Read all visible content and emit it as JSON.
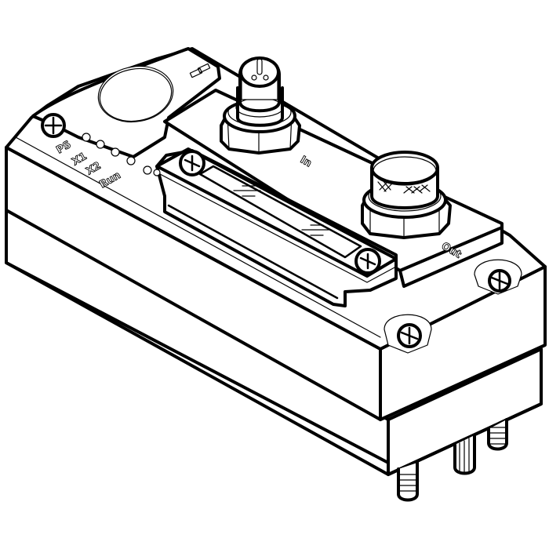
{
  "figure": {
    "type": "isometric technical line drawing",
    "subject": "bus node / control module with M12 connectors",
    "line_color": "#000000",
    "background_color": "#ffffff"
  },
  "status_leds": [
    {
      "label": "PS"
    },
    {
      "label": "X1"
    },
    {
      "label": "X2"
    },
    {
      "label": "Run"
    }
  ],
  "connectors": {
    "in_label": "In",
    "out_label": "Out"
  }
}
